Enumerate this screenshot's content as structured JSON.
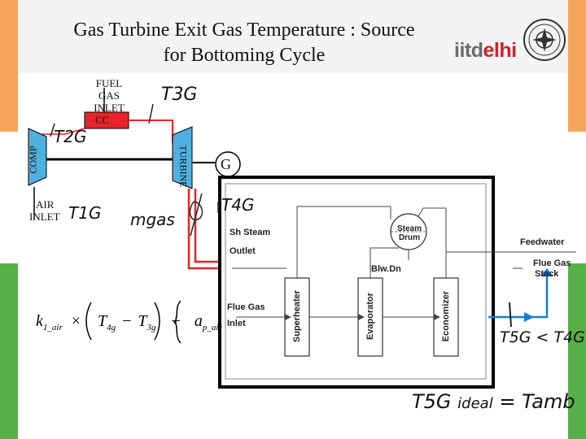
{
  "header": {
    "title_line1": "Gas Turbine Exit Gas Temperature : Source",
    "title_line2": "for Bottoming Cycle",
    "logo_part1": "iitd",
    "logo_part2": "elhi"
  },
  "colors": {
    "stripe_orange": "#f4a55a",
    "stripe_green": "#58b048",
    "red": "#e8232a",
    "blue": "#1a7bd6"
  },
  "gt": {
    "fuel_line1": "FUEL",
    "fuel_line2": "GAS",
    "fuel_line3": "INLET",
    "cc": "CC",
    "comp": "COMP",
    "turbine": "TURBINE",
    "generator": "G",
    "air_line1": "AIR",
    "air_line2": "INLET"
  },
  "hrsg": {
    "sh_outlet_line1": "Sh Steam",
    "sh_outlet_line2": "Outlet",
    "drum_line1": "Steam",
    "drum_line2": "Drum",
    "blwdn": "Blw.Dn",
    "feedwater": "Feedwater",
    "stack_line1": "Flue Gas",
    "stack_line2": "Stack",
    "inlet_line1": "Flue Gas",
    "inlet_line2": "Inlet",
    "superheater": "Superheater",
    "evaporator": "Evaporator",
    "economizer": "Economizer"
  },
  "handwriting": {
    "t3g": "T3G",
    "t2g": "T2G",
    "t1g": "T1G",
    "mgas": "mgas",
    "t4g": "T4G",
    "t5g_lt_t4g": "T5G < T4G",
    "t5g": "T5G",
    "ideal": "ideal",
    "eq_tamb": "= Tamb"
  },
  "equation": {
    "k1": "k",
    "k1_sub": "1_air",
    "times": "×",
    "t4g": "T",
    "t4g_sub": "4g",
    "minus": "−",
    "t3g": "T",
    "t3g_sub": "3g",
    "plus": "+",
    "a": "a",
    "a_sub": "p_air"
  }
}
